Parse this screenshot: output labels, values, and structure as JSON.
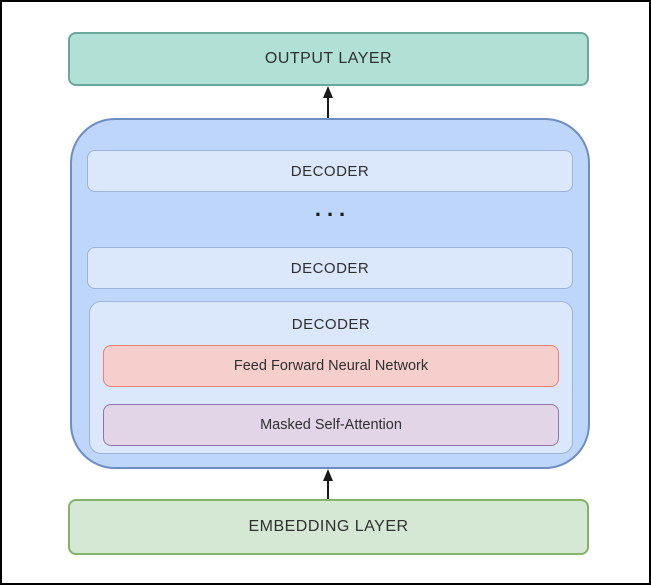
{
  "output_layer": {
    "label": "OUTPUT LAYER"
  },
  "decoder_stack": {
    "top_decoder": {
      "label": "DECODER"
    },
    "ellipsis": {
      "label": "..."
    },
    "middle_decoder": {
      "label": "DECODER"
    },
    "expanded_decoder": {
      "label": "DECODER",
      "feed_forward": {
        "label": "Feed Forward Neural Network"
      },
      "masked_self_attention": {
        "label": "Masked Self-Attention"
      }
    }
  },
  "embedding_layer": {
    "label": "EMBEDDING LAYER"
  },
  "colors": {
    "text": "#2f2f2f",
    "output_fill": "#b1e1d4",
    "output_border": "#6aa89b",
    "stack_fill": "#bdd6fa",
    "stack_border": "#6d8dc4",
    "decoder_fill": "#dbe8fb",
    "decoder_border": "#9db3d8",
    "ffnn_fill": "#f6cfcd",
    "ffnn_border": "#e8807a",
    "attention_fill": "#e1d5e7",
    "attention_border": "#9673a6",
    "embedding_fill": "#d5e8d4",
    "embedding_border": "#82b366"
  }
}
